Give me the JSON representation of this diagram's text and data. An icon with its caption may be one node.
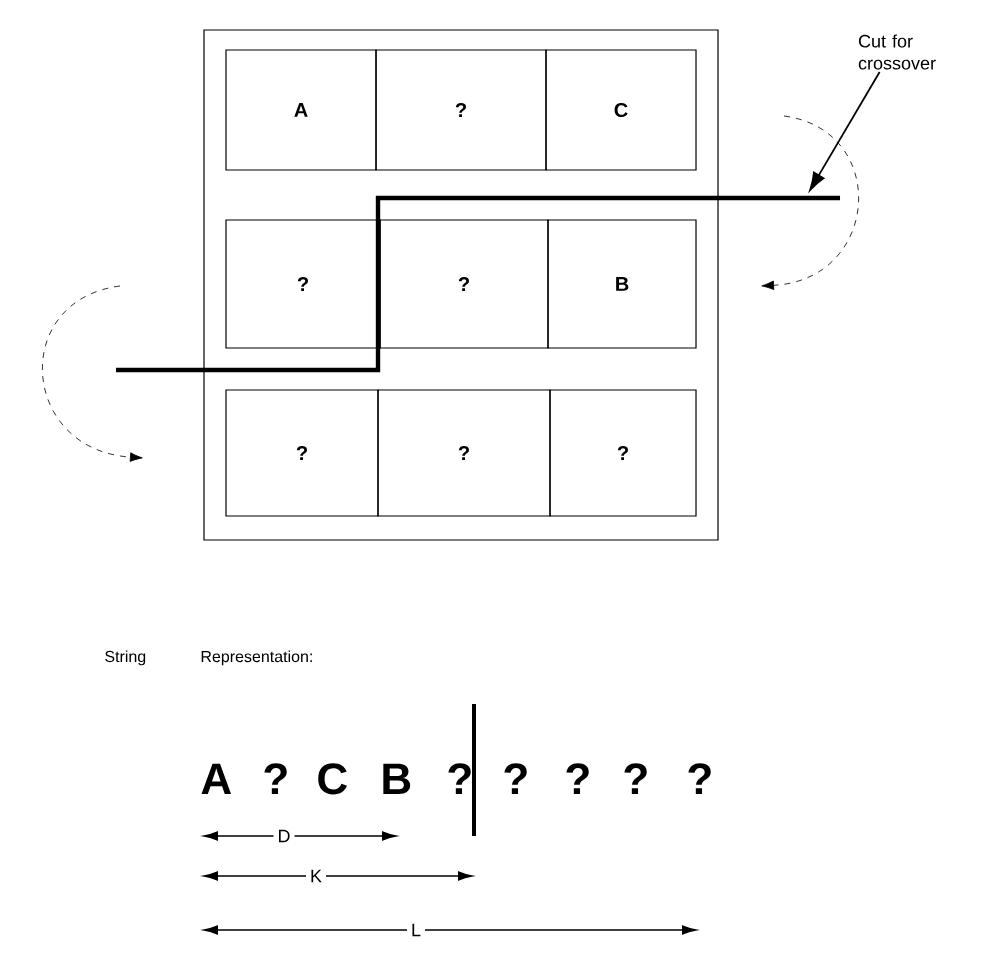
{
  "diagram": {
    "nodes": [
      {
        "text": [],
        "shape": "box"
      },
      {
        "text": [
          "A"
        ],
        "in": 0
      },
      {
        "text": [
          "?"
        ],
        "in": 0
      },
      {
        "text": [
          "C"
        ],
        "in": 0
      },
      {
        "text": [
          "?"
        ]
      },
      {
        "text": [
          "?"
        ]
      },
      {
        "text": [
          "B"
        ]
      },
      {
        "text": [
          "?"
        ],
        "in": 0
      },
      {
        "text": [
          "?"
        ],
        "in": 0
      },
      {
        "text": [
          "?"
        ],
        "in": 0
      },
      {
        "text": [
          "Cut for crossover"
        ]
      },
      {
        "text": [],
        "shape": "line"
      }
    ],
    "edges": [
      {
        "from": 10,
        "to": 11,
        "arrow": "to"
      }
    ],
    "labels": [
      "String",
      "Representation:",
      "A",
      "?",
      "C",
      "B",
      "?",
      "?",
      "?",
      "?",
      "?",
      "D",
      "K",
      "L"
    ]
  }
}
